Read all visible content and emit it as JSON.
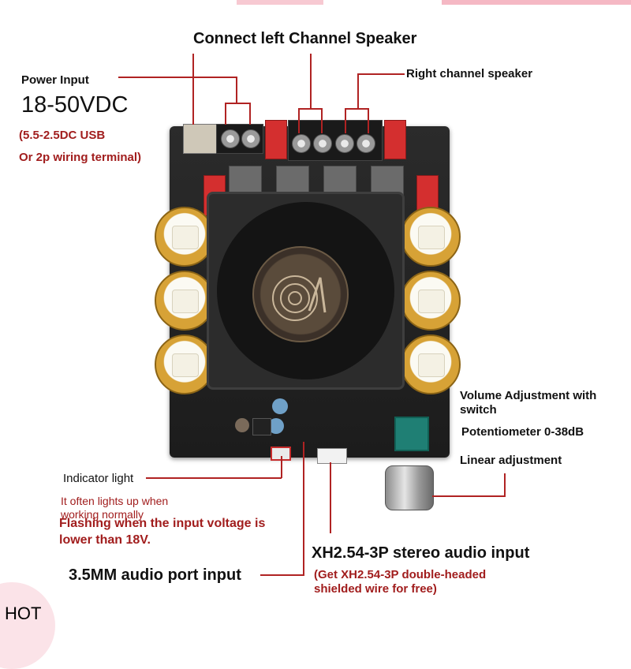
{
  "labels": {
    "connect_left": "Connect left Channel Speaker",
    "right_channel": "Right channel speaker",
    "power_input": "Power Input",
    "voltage": "18-50VDC",
    "usb_note_1": "(5.5-2.5DC USB",
    "usb_note_2": "Or 2p wiring terminal)",
    "volume_1": "Volume Adjustment with",
    "volume_2": "switch",
    "potentiometer": "Potentiometer 0-38dB",
    "linear": "Linear adjustment",
    "indicator": "Indicator light",
    "indicator_note_1": "It often lights up when",
    "indicator_note_2": "working normally",
    "flash_1": "Flashing when the input voltage is",
    "flash_2": "lower than 18V.",
    "xh_input": "XH2.54-3P stereo audio input",
    "xh_note_1": "(Get XH2.54-3P double-headed",
    "xh_note_2": "shielded wire for free)",
    "audio_port": "3.5MM audio port input",
    "hot_badge": "HOT"
  },
  "colors": {
    "callout_line": "#b02323",
    "note_text": "#a11d1d",
    "board": "#232323",
    "capacitor": "#d7a236",
    "relay": "#d42f2f"
  }
}
